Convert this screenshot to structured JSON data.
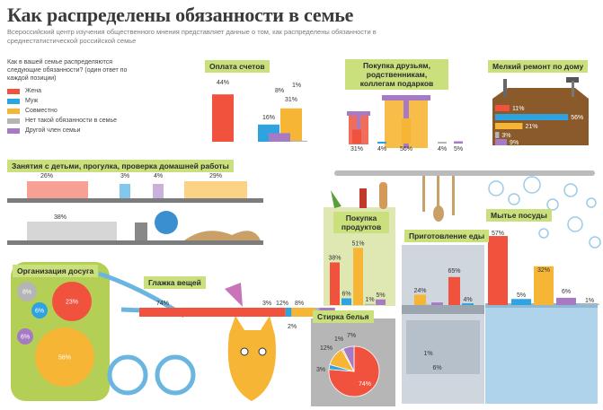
{
  "title": "Как распределены обязанности в семье",
  "subtitle": "Всероссийский центр изучения общественного мнения представляет данные о том, как распределены обязанности в среднестатистической российской семье",
  "legend": {
    "question": "Как в вашей семье распределяются следующие обязанности? (один ответ по каждой позиции)",
    "items": [
      {
        "label": "Жена",
        "color": "#f0523d"
      },
      {
        "label": "Муж",
        "color": "#2fa3e0"
      },
      {
        "label": "Совместно",
        "color": "#f7b535"
      },
      {
        "label": "Нет такой обязанности в семье",
        "color": "#b5b5b5"
      },
      {
        "label": "Другой член семьи",
        "color": "#a77bc4"
      }
    ]
  },
  "colors": {
    "wife": "#f0523d",
    "husband": "#2fa3e0",
    "together": "#f7b535",
    "none": "#b5b5b5",
    "other": "#a77bc4",
    "label_bg": "#c9e07c"
  },
  "chart_data": [
    {
      "type": "bar",
      "title": "Оплата счетов",
      "categories": [
        "Жена",
        "Муж",
        "Совместно",
        "Нет такой обязанности в семье",
        "Другой член семьи"
      ],
      "values": [
        44,
        16,
        31,
        1,
        8
      ],
      "labels": [
        "44%",
        "16%",
        "31%",
        "1%",
        "8%"
      ]
    },
    {
      "type": "bar",
      "title": "Покупка друзьям, родственникам, коллегам подарков",
      "categories": [
        "Жена",
        "Муж",
        "Совместно",
        "Нет такой обязанности в семье",
        "Другой член семьи"
      ],
      "values": [
        31,
        4,
        56,
        4,
        5
      ],
      "labels": [
        "31%",
        "4%",
        "56%",
        "4%",
        "5%"
      ]
    },
    {
      "type": "bar",
      "title": "Мелкий ремонт по дому",
      "categories": [
        "Жена",
        "Муж",
        "Совместно",
        "Нет такой обязанности в семье",
        "Другой член семьи"
      ],
      "values": [
        11,
        56,
        21,
        3,
        9
      ],
      "labels": [
        "11%",
        "56%",
        "21%",
        "3%",
        "9%"
      ]
    },
    {
      "type": "bar",
      "title": "Занятия с детьми, прогулка, проверка домашней работы",
      "categories": [
        "Жена",
        "Муж",
        "Совместно",
        "Нет такой обязанности в семье",
        "Другой член семьи"
      ],
      "values": [
        26,
        3,
        29,
        38,
        4
      ],
      "labels": [
        "26%",
        "3%",
        "29%",
        "38%",
        "4%"
      ]
    },
    {
      "type": "bar",
      "title": "Покупка продуктов",
      "categories": [
        "Жена",
        "Муж",
        "Совместно",
        "Нет такой обязанности в семье",
        "Другой член семьи"
      ],
      "values": [
        38,
        6,
        51,
        1,
        5
      ],
      "labels": [
        "38%",
        "6%",
        "51%",
        "1%",
        "5%"
      ]
    },
    {
      "type": "bar",
      "title": "Приготовление еды",
      "categories": [
        "Жена",
        "Муж",
        "Совместно",
        "Нет такой обязанности в семье",
        "Другой член семьи"
      ],
      "values": [
        65,
        4,
        24,
        1,
        6
      ],
      "labels": [
        "65%",
        "4%",
        "24%",
        "1%",
        "6%"
      ]
    },
    {
      "type": "bar",
      "title": "Мытье посуды",
      "categories": [
        "Жена",
        "Муж",
        "Совместно",
        "Нет такой обязанности в семье",
        "Другой член семьи"
      ],
      "values": [
        57,
        5,
        32,
        1,
        6
      ],
      "labels": [
        "57%",
        "5%",
        "32%",
        "1%",
        "6%"
      ]
    },
    {
      "type": "pie",
      "title": "Организация досуга",
      "categories": [
        "Жена",
        "Муж",
        "Совместно",
        "Нет такой обязанности в семье",
        "Другой член семьи"
      ],
      "values": [
        23,
        6,
        56,
        8,
        6
      ],
      "labels": [
        "23%",
        "6%",
        "56%",
        "8%",
        "6%"
      ]
    },
    {
      "type": "bar",
      "title": "Глажка вещей",
      "categories": [
        "Жена",
        "Муж",
        "Совместно",
        "Нет такой обязанности в семье",
        "Другой член семьи"
      ],
      "values": [
        74,
        3,
        12,
        2,
        8
      ],
      "labels": [
        "74%",
        "3%",
        "12%",
        "2%",
        "8%"
      ]
    },
    {
      "type": "pie",
      "title": "Стирка белья",
      "categories": [
        "Жена",
        "Муж",
        "Совместно",
        "Нет такой обязанности в семье",
        "Другой член семьи"
      ],
      "values": [
        74,
        3,
        12,
        1,
        7
      ],
      "labels": [
        "74%",
        "3%",
        "12%",
        "1%",
        "7%"
      ]
    }
  ]
}
